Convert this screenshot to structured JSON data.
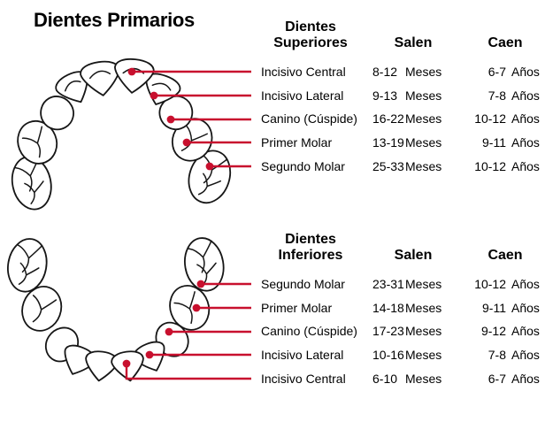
{
  "title": "Dientes Primarios",
  "accent_color": "#C8102E",
  "upper_table": {
    "header": {
      "name_line1": "Dientes",
      "name_line2": "Superiores",
      "salen": "Salen",
      "caen": "Caen"
    },
    "rows": [
      {
        "name": "Incisivo Central",
        "salen": "8-12",
        "salen_unit": "Meses",
        "caen": "6-7",
        "caen_unit": "Años"
      },
      {
        "name": "Incisivo Lateral",
        "salen": "9-13",
        "salen_unit": "Meses",
        "caen": "7-8",
        "caen_unit": "Años"
      },
      {
        "name": "Canino (Cúspide)",
        "salen": "16-22",
        "salen_unit": "Meses",
        "caen": "10-12",
        "caen_unit": "Años"
      },
      {
        "name": "Primer Molar",
        "salen": "13-19",
        "salen_unit": "Meses",
        "caen": "9-11",
        "caen_unit": "Años"
      },
      {
        "name": "Segundo Molar",
        "salen": "25-33",
        "salen_unit": "Meses",
        "caen": "10-12",
        "caen_unit": "Años"
      }
    ]
  },
  "lower_table": {
    "header": {
      "name_line1": "Dientes",
      "name_line2": "Inferiores",
      "salen": "Salen",
      "caen": "Caen"
    },
    "rows": [
      {
        "name": "Segundo Molar",
        "salen": "23-31",
        "salen_unit": "Meses",
        "caen": "10-12",
        "caen_unit": "Años"
      },
      {
        "name": "Primer Molar",
        "salen": "14-18",
        "salen_unit": "Meses",
        "caen": "9-11",
        "caen_unit": "Años"
      },
      {
        "name": "Canino (Cúspide)",
        "salen": "17-23",
        "salen_unit": "Meses",
        "caen": "9-12",
        "caen_unit": "Años"
      },
      {
        "name": "Incisivo Lateral",
        "salen": "10-16",
        "salen_unit": "Meses",
        "caen": "7-8",
        "caen_unit": "Años"
      },
      {
        "name": "Incisivo Central",
        "salen": "6-10",
        "salen_unit": "Meses",
        "caen": "6-7",
        "caen_unit": "Años"
      }
    ]
  }
}
